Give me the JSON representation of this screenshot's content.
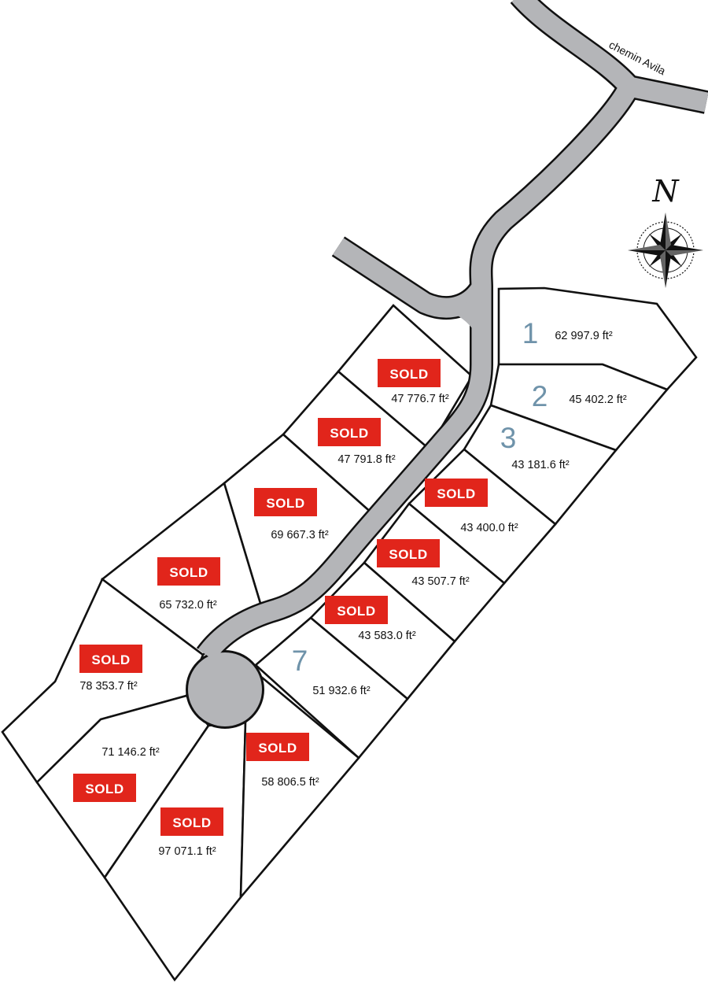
{
  "map": {
    "road_name": "chemin Avila",
    "north_label": "N",
    "sold_label": "SOLD",
    "sold_color": "#e1251b",
    "lot_number_color": "#6f93aa",
    "road_color": "#b4b5b8",
    "area_unit": "ft²",
    "lots": [
      {
        "number": "1",
        "area": "62 997.9 ft²",
        "sold": false
      },
      {
        "number": "2",
        "area": "45 402.2 ft²",
        "sold": false
      },
      {
        "number": "3",
        "area": "43 181.6 ft²",
        "sold": false
      },
      {
        "number": "",
        "area": "43 400.0 ft²",
        "sold": true
      },
      {
        "number": "",
        "area": "43 507.7 ft²",
        "sold": true
      },
      {
        "number": "",
        "area": "43 583.0 ft²",
        "sold": true
      },
      {
        "number": "7",
        "area": "51 932.6 ft²",
        "sold": false
      },
      {
        "number": "",
        "area": "47 776.7 ft²",
        "sold": true
      },
      {
        "number": "",
        "area": "47 791.8 ft²",
        "sold": true
      },
      {
        "number": "",
        "area": "69 667.3 ft²",
        "sold": true
      },
      {
        "number": "",
        "area": "65 732.0 ft²",
        "sold": true
      },
      {
        "number": "",
        "area": "78 353.7 ft²",
        "sold": true
      },
      {
        "number": "",
        "area": "71 146.2 ft²",
        "sold": true
      },
      {
        "number": "",
        "area": "97 071.1 ft²",
        "sold": true
      },
      {
        "number": "",
        "area": "58 806.5 ft²",
        "sold": true
      }
    ]
  }
}
